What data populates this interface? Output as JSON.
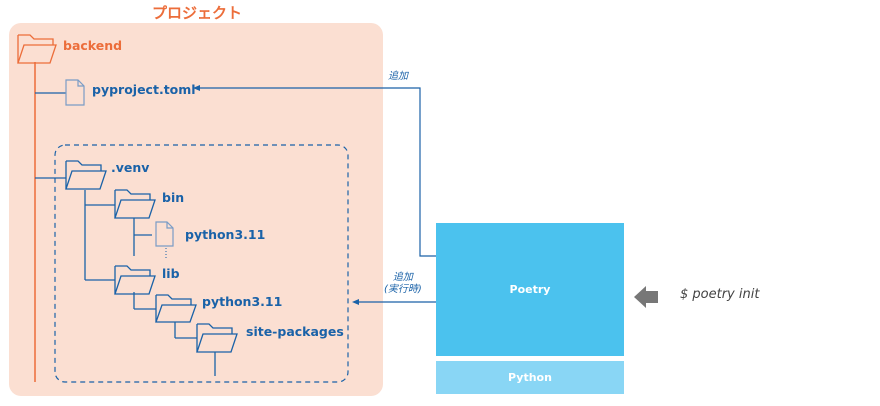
{
  "project": {
    "title": "プロジェクト",
    "root": "backend",
    "pyproject": "pyproject.toml",
    "venv": ".venv",
    "bin": "bin",
    "bin_python": "python3.11",
    "lib": "lib",
    "lib_python": "python3.11",
    "site_packages": "site-packages"
  },
  "arrows": {
    "add": "追加",
    "add_runtime_line1": "追加",
    "add_runtime_line2": "(実行時)"
  },
  "stack": {
    "poetry": "Poetry",
    "python": "Python"
  },
  "command": "$ poetry init",
  "colors": {
    "orange": "#ec6d3a",
    "blue": "#1a62a8",
    "project_bg": "#fbdfd2",
    "poetry": "#4bc2ee",
    "python": "#89d6f5"
  }
}
